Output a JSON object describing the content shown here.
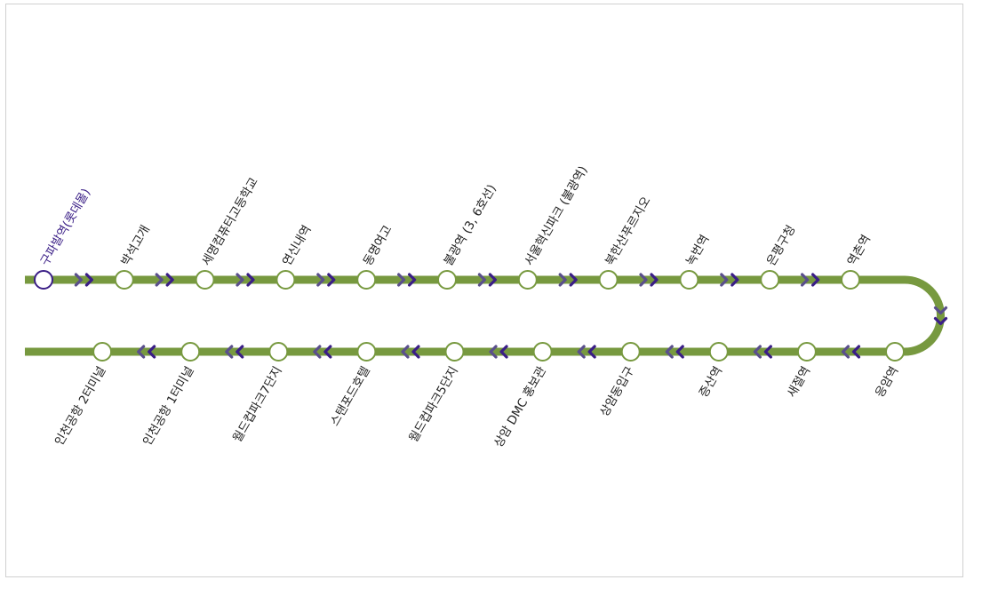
{
  "colors": {
    "line": "#77993f",
    "arrow_dark": "#3a1e86",
    "arrow_mid": "#5a4f8c",
    "station_fill": "#ffffff",
    "current_station": "#3a1e86",
    "label": "#222222",
    "border": "#d0d0d0"
  },
  "outbound_arrow_glyph": "chevron-right",
  "inbound_arrow_glyph": "chevron-left",
  "current_station_index": 0,
  "stations_top": [
    {
      "name": "구파발역(롯데몰)",
      "current": true
    },
    {
      "name": "박석고개"
    },
    {
      "name": "세명컴퓨터고등학교"
    },
    {
      "name": "연신내역"
    },
    {
      "name": "동명여고"
    },
    {
      "name": "불광역 (3, 6호선)"
    },
    {
      "name": "서울혁신파크 (불광역)"
    },
    {
      "name": "북한산푸르지오"
    },
    {
      "name": "녹번역"
    },
    {
      "name": "은평구청"
    },
    {
      "name": "역촌역"
    }
  ],
  "stations_bottom": [
    {
      "name": "응암역"
    },
    {
      "name": "새절역"
    },
    {
      "name": "증산역"
    },
    {
      "name": "상암동입구"
    },
    {
      "name": "상암 DMC 홍보관"
    },
    {
      "name": "월드컵파크5단지"
    },
    {
      "name": "스탠포드호텔"
    },
    {
      "name": "월드컵파크7단지"
    },
    {
      "name": "인천공항 1터미널"
    },
    {
      "name": "인천공항 2터미널"
    }
  ]
}
